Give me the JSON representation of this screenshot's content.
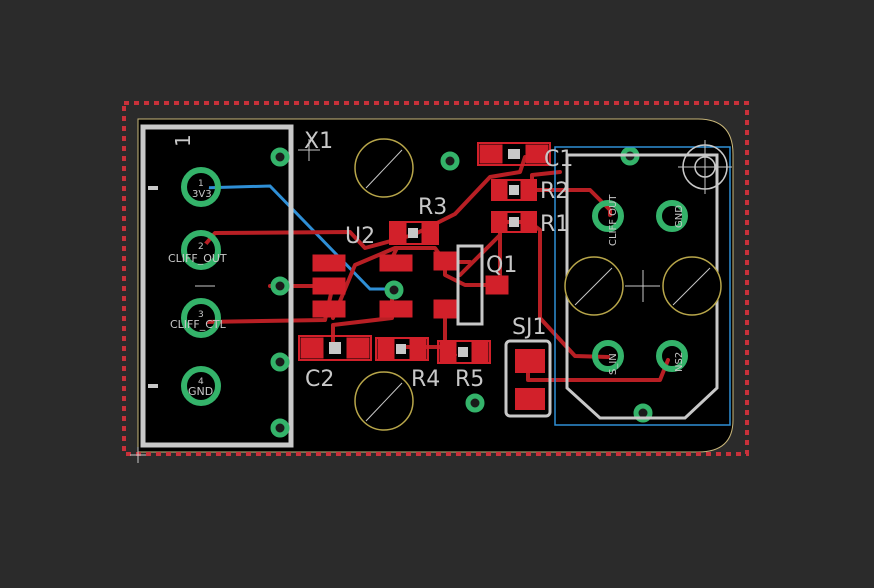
{
  "colors": {
    "background": "#2b2b2b",
    "board_fill": "#000000",
    "keepout": "#c8313a",
    "outline": "#c9b77a",
    "silk": "#c8c8c8",
    "copper": "#b81f24",
    "pad": "#d2202a",
    "bottom_trace": "#2f8fd6",
    "via": "#34b36a",
    "hole": "#b8a64a"
  },
  "designators": {
    "x1": "X1",
    "u2": "U2",
    "r3": "R3",
    "c1": "C1",
    "r2": "R2",
    "r1": "R1",
    "q1": "Q1",
    "sj1": "SJ1",
    "c2": "C2",
    "r4": "R4",
    "r5": "R5"
  },
  "connector": {
    "pin1_marker": "1",
    "pins": [
      {
        "number": "1",
        "name": "3V3"
      },
      {
        "number": "2",
        "name": "CLIFF_OUT"
      },
      {
        "number": "3",
        "name": "CLIFF_CTL"
      },
      {
        "number": "4",
        "name": "GND"
      }
    ]
  },
  "sensor_pads": {
    "cliff_out": "CLIFF OUT",
    "gnd": "GND",
    "s_in": "S_IN",
    "ns2": "NS2"
  }
}
